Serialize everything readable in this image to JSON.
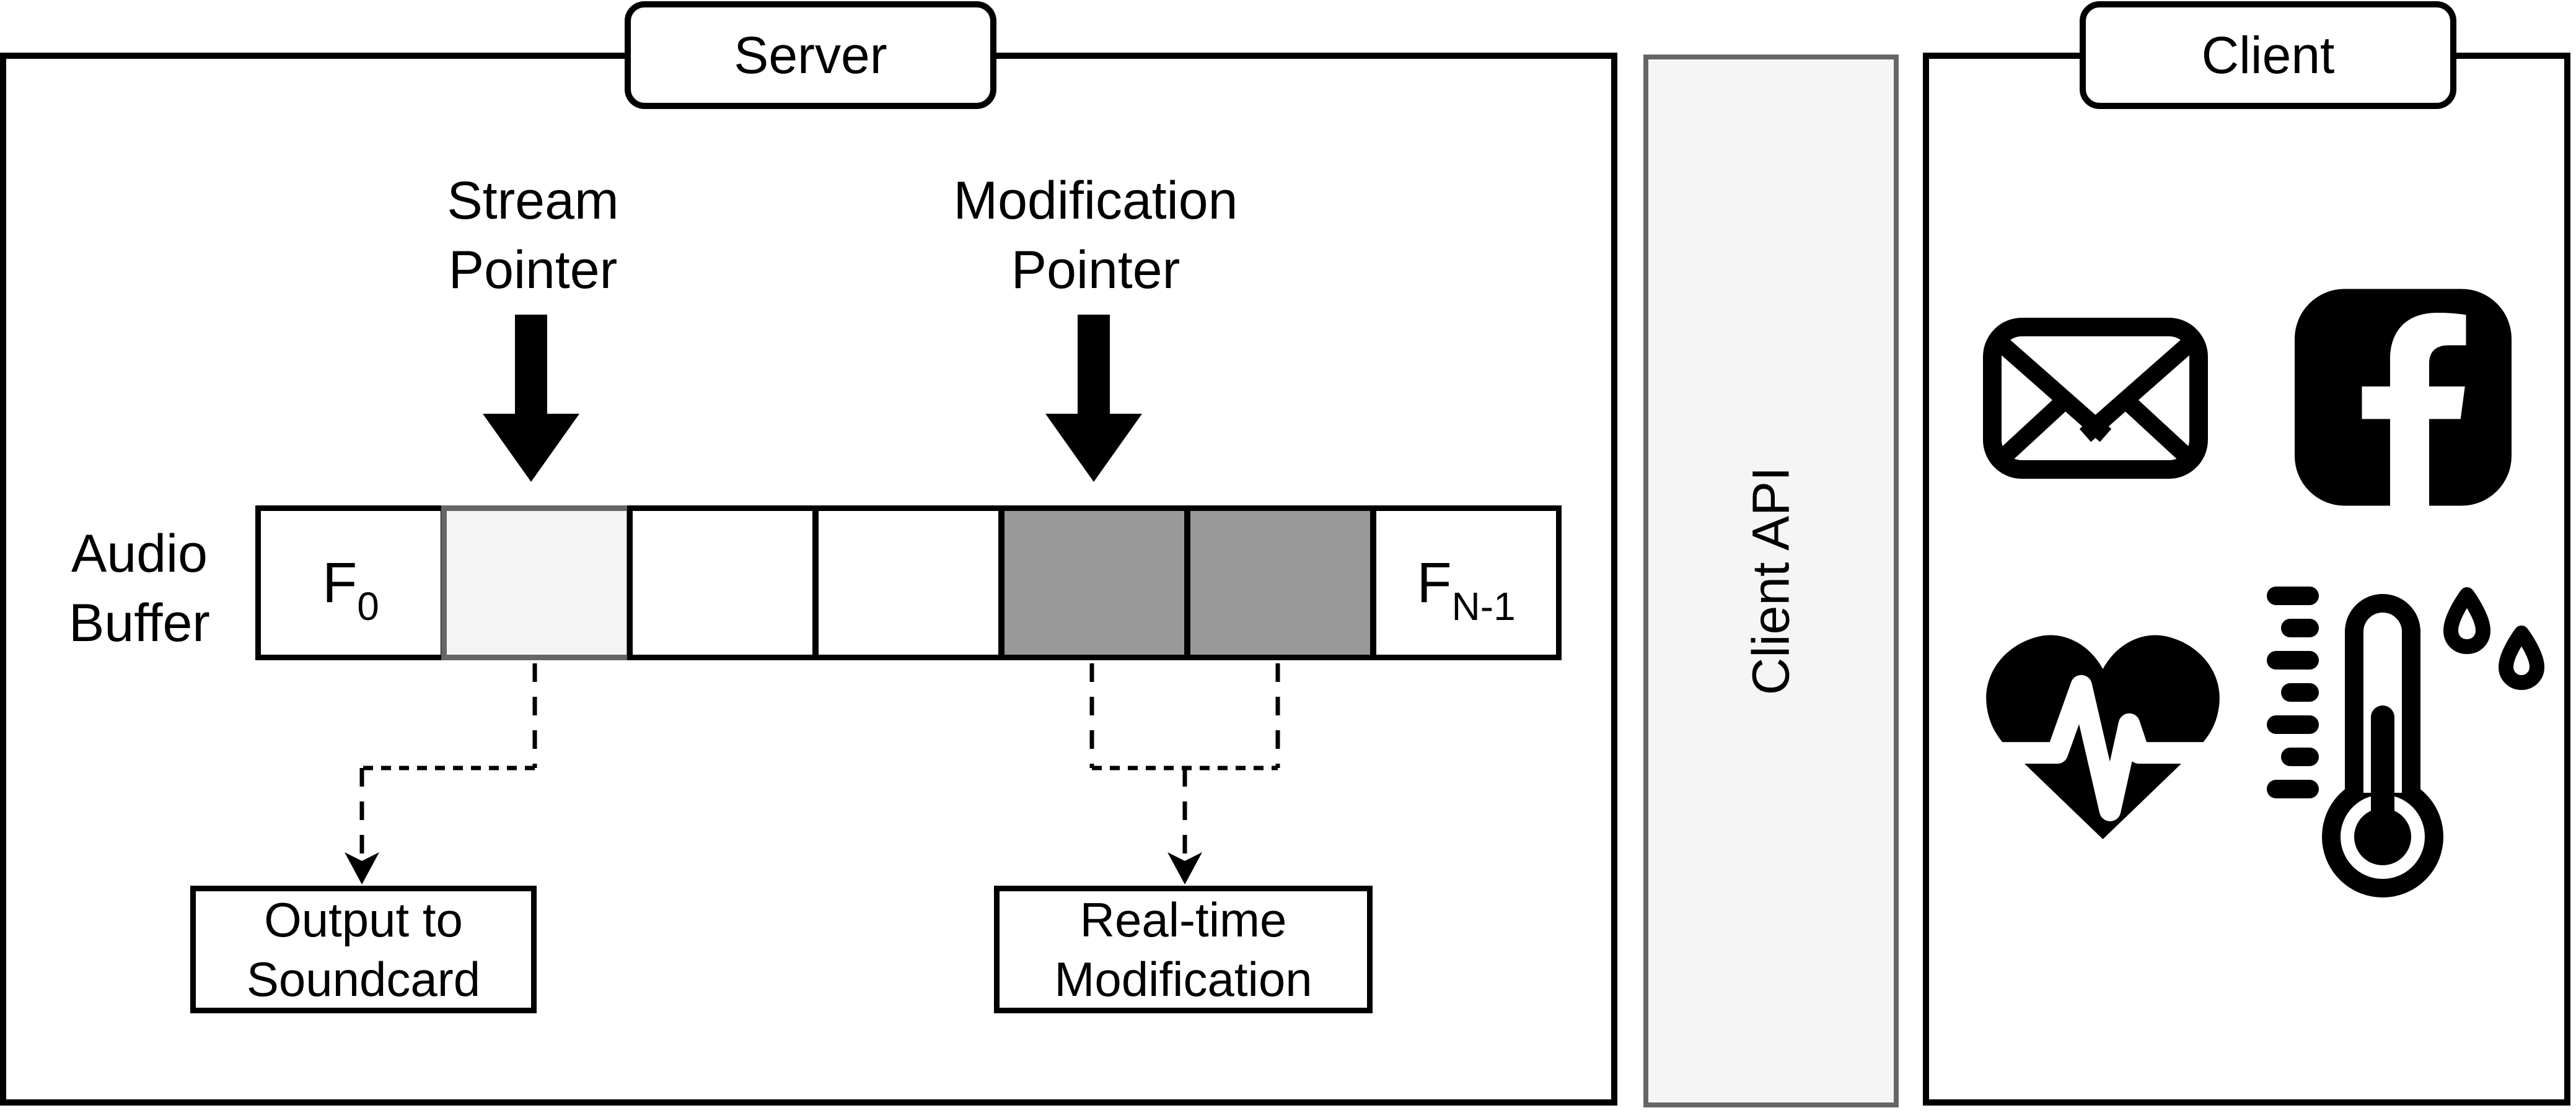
{
  "colors": {
    "ink": "#000000",
    "background": "#ffffff",
    "cell_light_fill": "#f5f5f5",
    "cell_light_border": "#666666",
    "cell_dark_fill": "#999999",
    "api_fill": "#f5f5f5",
    "api_border": "#666666"
  },
  "server": {
    "title": "Server",
    "stream_pointer": {
      "line1": "Stream",
      "line2": "Pointer"
    },
    "modification_pointer": {
      "line1": "Modification",
      "line2": "Pointer"
    },
    "audio_buffer_label": {
      "line1": "Audio",
      "line2": "Buffer"
    },
    "buffer_cells": [
      {
        "main": "F",
        "sub": "0",
        "fill": "#ffffff",
        "border": "#000000"
      },
      {
        "main": "",
        "sub": "",
        "fill": "#f5f5f5",
        "border": "#666666"
      },
      {
        "main": "",
        "sub": "",
        "fill": "#ffffff",
        "border": "#000000"
      },
      {
        "main": "",
        "sub": "",
        "fill": "#ffffff",
        "border": "#000000"
      },
      {
        "main": "",
        "sub": "",
        "fill": "#999999",
        "border": "#000000"
      },
      {
        "main": "",
        "sub": "",
        "fill": "#999999",
        "border": "#000000"
      },
      {
        "main": "F",
        "sub": "N-1",
        "fill": "#ffffff",
        "border": "#000000"
      }
    ],
    "output_box": {
      "line1": "Output to",
      "line2": "Soundcard"
    },
    "modification_box": {
      "line1": "Real-time",
      "line2": "Modification"
    }
  },
  "client_api": {
    "label": "Client API"
  },
  "client": {
    "title": "Client",
    "icons": [
      {
        "name": "mail-icon"
      },
      {
        "name": "facebook-icon"
      },
      {
        "name": "heartbeat-icon"
      },
      {
        "name": "thermometer-icon"
      }
    ]
  }
}
